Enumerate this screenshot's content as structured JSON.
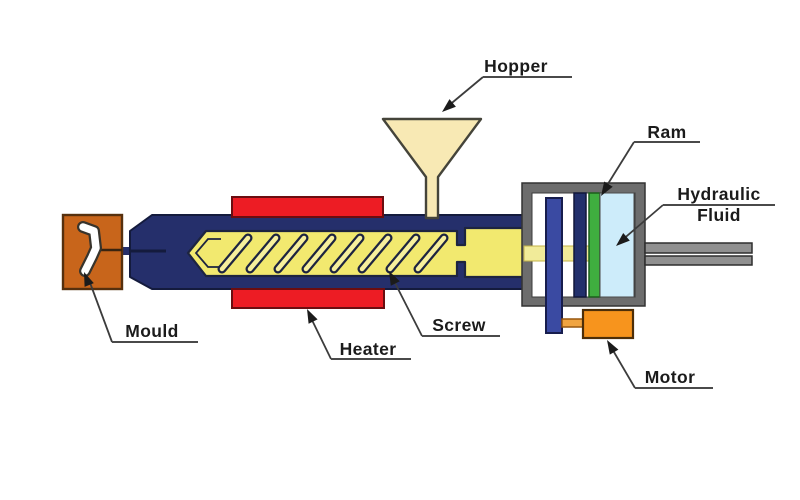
{
  "labels": {
    "hopper": {
      "text": "Hopper"
    },
    "ram": {
      "text": "Ram"
    },
    "hydraulic_fluid": {
      "line1": "Hydraulic",
      "line2": "Fluid"
    },
    "mould": {
      "text": "Mould"
    },
    "heater": {
      "text": "Heater"
    },
    "screw": {
      "text": "Screw"
    },
    "motor": {
      "text": "Motor"
    }
  },
  "components": [
    {
      "label": "Hopper",
      "color": "#f8e9b4"
    },
    {
      "label": "Ram",
      "color": "#3fae3f"
    },
    {
      "label": "Hydraulic Fluid",
      "color": "#cdecfa"
    },
    {
      "label": "Mould",
      "color": "#c8651b"
    },
    {
      "label": "Heater",
      "color": "#ed1c24"
    },
    {
      "label": "Screw",
      "color": "#f2e96f"
    },
    {
      "label": "Motor",
      "color": "#f7941d"
    }
  ],
  "colors": {
    "barrel": "#252f6b",
    "screw_body": "#f2e96f",
    "screw_flight": "#f7f09c",
    "heater": "#ed1c24",
    "mould": "#c8651b",
    "hopper": "#f8e9b4",
    "housing_frame": "#6d6d6d",
    "slider_bar": "#3a4aa2",
    "inner_band": "#22306c",
    "ram_plate": "#3fae3f",
    "hydraulic_fluid": "#cdecfa",
    "motor": "#f7941d",
    "piston_rod": "#909090",
    "label_text": "#1b1b1b"
  }
}
